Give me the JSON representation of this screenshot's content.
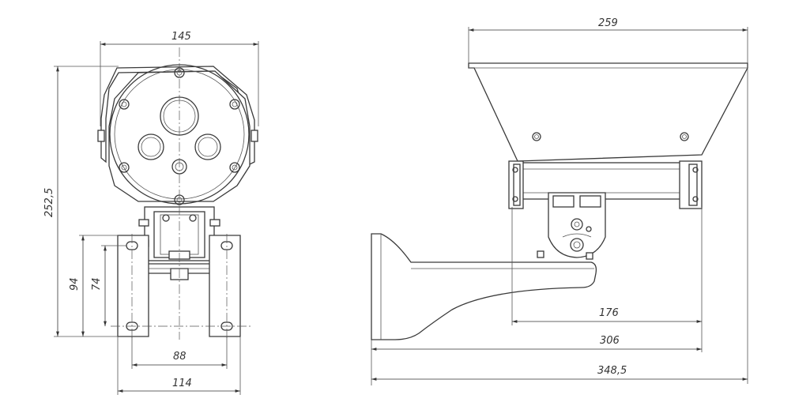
{
  "front_view": {
    "width_top": "145",
    "height_total": "252,5",
    "height_bracket_outer": "94",
    "height_bracket_inner": "74",
    "width_holes": "88",
    "width_base": "114"
  },
  "side_view": {
    "width_hood": "259",
    "length_arm": "176",
    "length_mid": "306",
    "length_total": "348,5"
  }
}
